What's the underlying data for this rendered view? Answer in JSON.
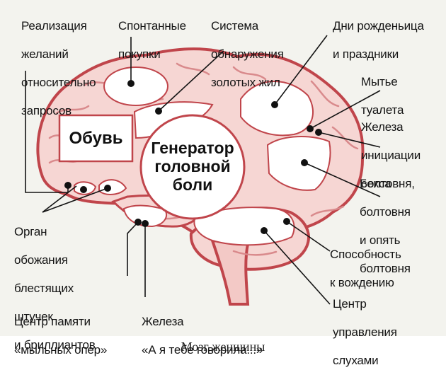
{
  "labels": {
    "wishes": [
      "Реализация",
      "желаний",
      "относительно",
      "запросов"
    ],
    "purchases": [
      "Спонтанные",
      "покупки"
    ],
    "gold": [
      "Система",
      "обнаружения",
      "золотых жил"
    ],
    "birthdays": [
      "Дни рожденьица",
      "и праздники"
    ],
    "toilet": [
      "Мытье",
      "туалета"
    ],
    "gland_sex": [
      "Железа",
      "инициации",
      "секса"
    ],
    "chatter": [
      "Болтовня,",
      "болтовня",
      "и опять",
      "болтовня"
    ],
    "adoration": [
      "Орган",
      "обожания",
      "блестящих",
      "штучек",
      "и бриллиантов"
    ],
    "driving": [
      "Способность",
      "к вождению"
    ],
    "soap": [
      "Центр памяти",
      "«мыльных опер»"
    ],
    "told_you": [
      "Железа",
      "«А я тебе говорила...»"
    ],
    "rumors": [
      "Центр",
      "управления",
      "слухами"
    ]
  },
  "shoes_box": "Обувь",
  "headache": [
    "Генератор",
    "головной",
    "боли"
  ],
  "caption": "Мозг женщины",
  "colors": {
    "brain_fill": "#f6d6d3",
    "brain_stroke": "#c0454b",
    "fold": "#d98a8c",
    "lobe_fill": "#ffffff",
    "dot": "#111111",
    "background": "#f3f3ee"
  }
}
